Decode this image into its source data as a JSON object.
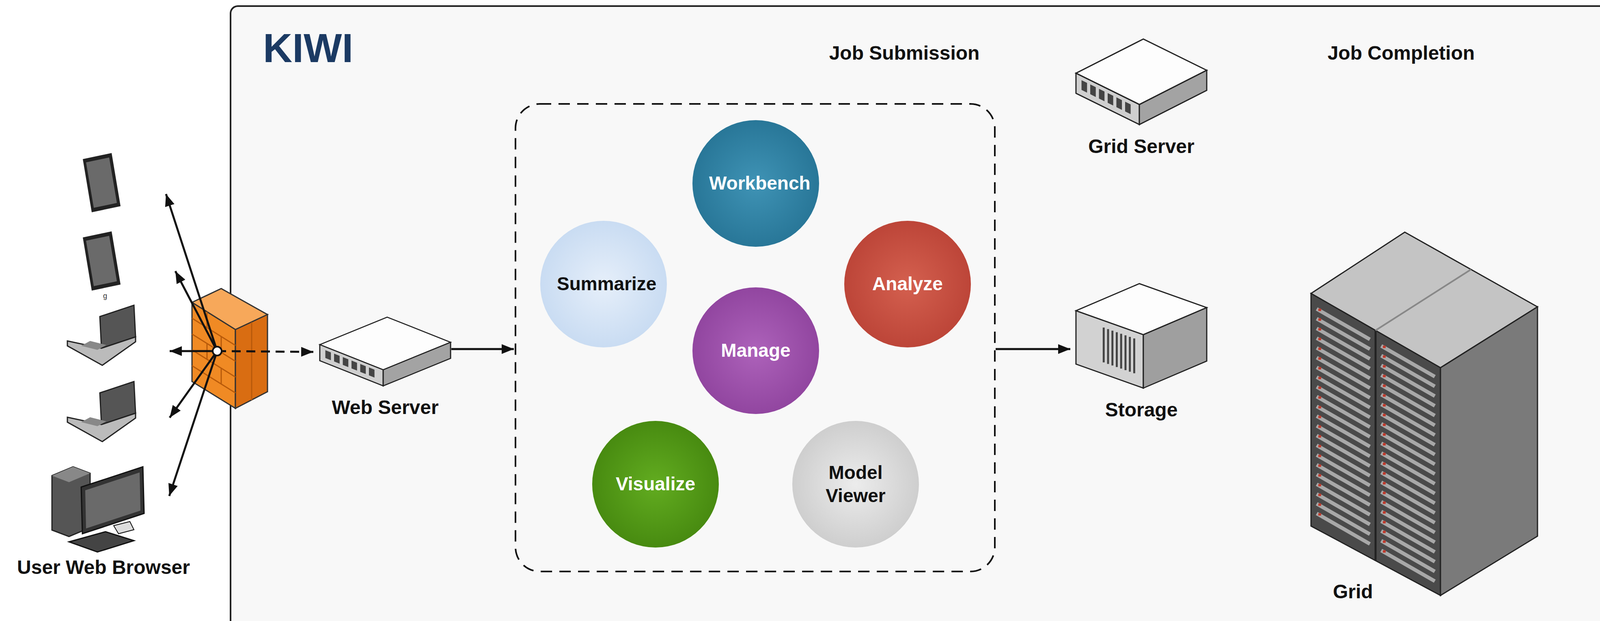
{
  "diagram": {
    "nodes": [
      {
        "text": [
          "User Web Browser"
        ]
      },
      {
        "text": [
          "KIWI"
        ]
      },
      {
        "text": [
          "Web Server"
        ],
        "in": 1
      },
      {
        "text": [
          "Workbench"
        ],
        "in": 1
      },
      {
        "text": [
          "Summarize"
        ],
        "in": 1
      },
      {
        "text": [
          "Analyze"
        ],
        "in": 1
      },
      {
        "text": [
          "Manage"
        ],
        "in": 1
      },
      {
        "text": [
          "Visualize"
        ],
        "in": 1
      },
      {
        "text": [
          "Model Viewer"
        ],
        "in": 1
      },
      {
        "text": [
          "Grid Server"
        ],
        "in": 1
      },
      {
        "text": [
          "Storage"
        ],
        "in": 1
      },
      {
        "text": [
          "Grid"
        ],
        "in": 1
      }
    ],
    "edges": [
      {
        "from": 3,
        "to": 4,
        "arrow": "both"
      },
      {
        "from": 3,
        "to": 5,
        "arrow": "both"
      },
      {
        "from": 3,
        "to": 6,
        "arrow": "both"
      },
      {
        "from": 4,
        "to": 6,
        "arrow": "both"
      },
      {
        "from": 5,
        "to": 6,
        "arrow": "both"
      },
      {
        "from": 4,
        "to": 7,
        "arrow": "both"
      },
      {
        "from": 5,
        "to": 8,
        "arrow": "both"
      },
      {
        "from": 6,
        "to": 7,
        "arrow": "both"
      },
      {
        "from": 6,
        "to": 8,
        "arrow": "both"
      },
      {
        "from": 7,
        "to": 8,
        "arrow": "both"
      },
      {
        "from": 3,
        "to": 9,
        "label": "Job Submission",
        "arrow": "to"
      },
      {
        "from": 9,
        "to": 10,
        "arrow": "to"
      },
      {
        "from": 9,
        "to": 11,
        "arrow": "to"
      },
      {
        "from": 11,
        "to": 9,
        "label": "Job Completion",
        "arrow": "to"
      }
    ],
    "labels": [
      "g"
    ]
  }
}
